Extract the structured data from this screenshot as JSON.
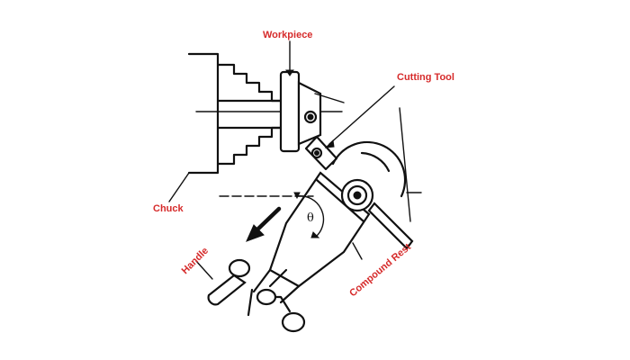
{
  "labels": {
    "workpiece": "Workpiece",
    "cutting_tool": "Cutting Tool",
    "chuck": "Chuck",
    "handle": "Handle",
    "compound_rest": "Compound Rest",
    "angle_symbol": "θ"
  },
  "colors": {
    "label": "#d62b2b",
    "line": "#111111",
    "background": "#ffffff"
  }
}
